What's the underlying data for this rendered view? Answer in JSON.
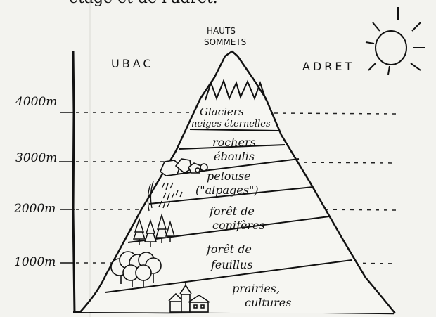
{
  "top_cut_text": "étage et de l'adret.",
  "peak_label": {
    "line1": "HAUTS",
    "line2": "SOMMETS"
  },
  "slope_labels": {
    "ubac": "UBAC",
    "adret": "ADRET"
  },
  "altitude_ticks": [
    "4000m",
    "3000m",
    "2000m",
    "1000m"
  ],
  "zones": [
    {
      "line1": "Glaciers",
      "line2": "neiges éternelles"
    },
    {
      "line1": "rochers",
      "line2": "éboulis"
    },
    {
      "line1": "pelouse",
      "line2": "(\"alpages\")"
    },
    {
      "line1": "forêt de",
      "line2": "conifères"
    },
    {
      "line1": "forêt de",
      "line2": "feuillus"
    },
    {
      "line1": "prairies,",
      "line2": "cultures"
    }
  ],
  "icons": [
    "sun-icon",
    "rock-icon",
    "grass-icon",
    "conifer-icon",
    "deciduous-tree-icon",
    "village-icon"
  ]
}
